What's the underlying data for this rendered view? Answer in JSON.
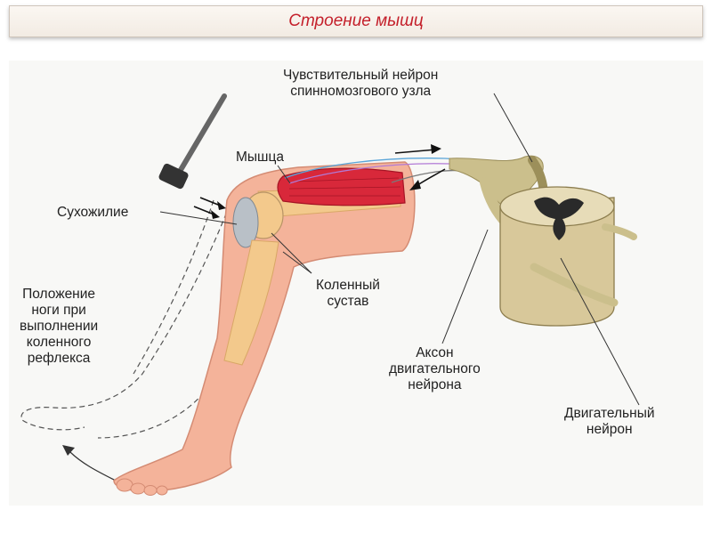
{
  "header": {
    "title": "Строение мышц"
  },
  "labels": {
    "sensory_neuron": [
      "Чувствительный нейрон",
      "спинномозгового узла"
    ],
    "muscle": "Мышца",
    "tendon": "Сухожилие",
    "knee_joint": [
      "Коленный",
      "сустав"
    ],
    "leg_position": [
      "Положение",
      "ноги при",
      "выполнении",
      "коленного",
      "рефлекса"
    ],
    "motor_axon": [
      "Аксон",
      "двигательного",
      "нейрона"
    ],
    "motor_neuron": [
      "Двигательный",
      "нейрон"
    ]
  },
  "colors": {
    "title": "#c4202b",
    "skin": "#f4b39a",
    "bone": "#f3c98c",
    "muscle": "#d8283a",
    "spinal_cord": "#d8c89a",
    "nerve": "#cbbf8c"
  }
}
